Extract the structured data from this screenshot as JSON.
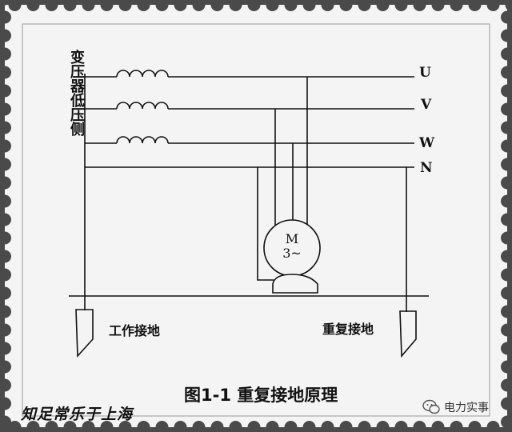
{
  "diagram": {
    "side_label": "变压器低压侧",
    "phases": [
      "U",
      "V",
      "W"
    ],
    "neutral": "N",
    "motor": {
      "line1": "M",
      "line2": "3~"
    },
    "working_ground_label": "工作接地",
    "repeat_ground_label": "重复接地",
    "caption": "图1-1 重复接地原理"
  },
  "footer": {
    "signature": "知足常乐于上海",
    "watermark": "电力实事"
  },
  "colors": {
    "line": "#111111",
    "paper": "#f4f4f4",
    "border": "#4a4a4a"
  },
  "icons": [
    "wechat-watermark-icon"
  ]
}
